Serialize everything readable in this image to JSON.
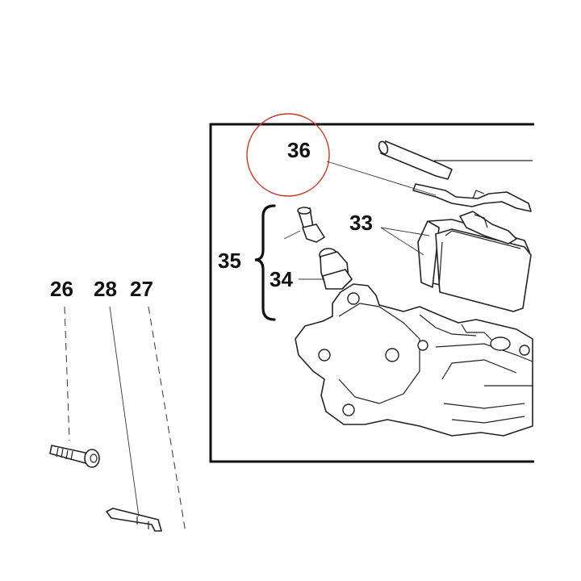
{
  "callouts": {
    "c26": "26",
    "c28": "28",
    "c27": "27",
    "c33": "33",
    "c34": "34",
    "c35": "35",
    "c36": "36"
  },
  "colors": {
    "line": "#222222",
    "highlight_circle": "#c0392b",
    "background": "#ffffff"
  },
  "icons": {
    "highlight": "highlight-circle-icon",
    "brace": "brace-icon"
  }
}
